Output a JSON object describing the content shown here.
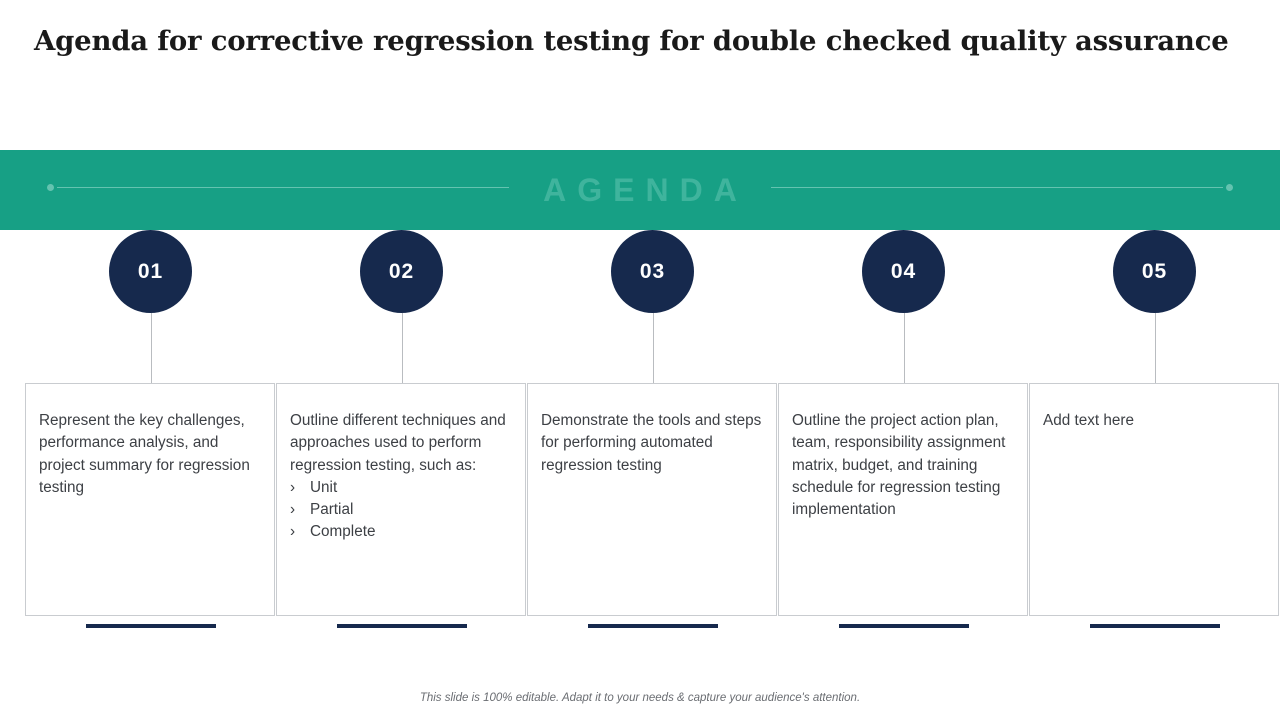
{
  "slide": {
    "title": "Agenda for corrective regression testing for double checked quality assurance",
    "band_word": "AGENDA",
    "footer": "This slide is 100% editable. Adapt it to your needs & capture your audience's attention."
  },
  "colors": {
    "band_green": "#17a085",
    "circle_navy": "#16294d",
    "band_text": "#3fb49d",
    "card_border": "#c9ccd0",
    "body_text": "#3d4045"
  },
  "columns": [
    {
      "number": "01",
      "text": "Represent the key challenges, performance analysis, and project summary for regression testing",
      "bullets": []
    },
    {
      "number": "02",
      "text": "Outline different techniques and approaches used to perform regression testing, such as:",
      "bullets": [
        "Unit",
        "Partial",
        "Complete"
      ]
    },
    {
      "number": "03",
      "text": "Demonstrate the tools and steps for performing automated regression testing",
      "bullets": []
    },
    {
      "number": "04",
      "text": "Outline the project action plan, team, responsibility assignment matrix, budget, and training schedule for regression testing implementation",
      "bullets": []
    },
    {
      "number": "05",
      "text": "Add text here",
      "bullets": []
    }
  ]
}
